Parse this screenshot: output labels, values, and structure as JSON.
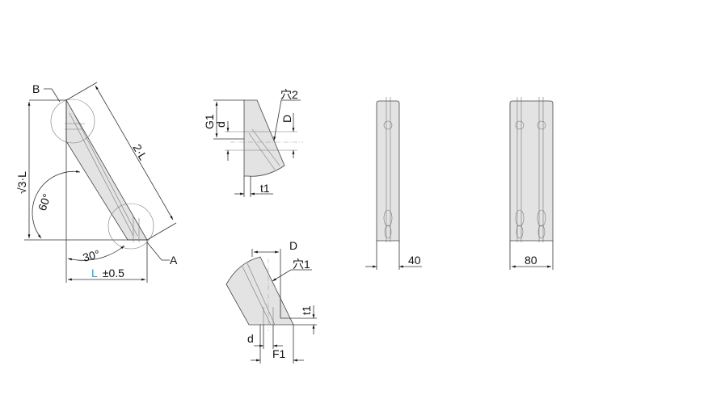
{
  "main_view": {
    "label_b": "B",
    "label_a": "A",
    "height_dim": "√3·L",
    "length_dim": "2·L",
    "angle_60": "60°",
    "angle_30": "30°",
    "base_dim_l": "L",
    "base_dim_tol": "±0.5"
  },
  "detail_b": {
    "g1": "G1",
    "d": "d",
    "D": "D",
    "hole": "穴2",
    "t1": "t1"
  },
  "detail_a": {
    "D": "D",
    "hole": "穴1",
    "t1": "t1",
    "d": "d",
    "f1": "F1"
  },
  "width_40": {
    "dim": "40"
  },
  "width_80": {
    "dim": "80"
  },
  "colors": {
    "accent": "#1aa0e6",
    "part_fill": "#e3e3e3"
  }
}
